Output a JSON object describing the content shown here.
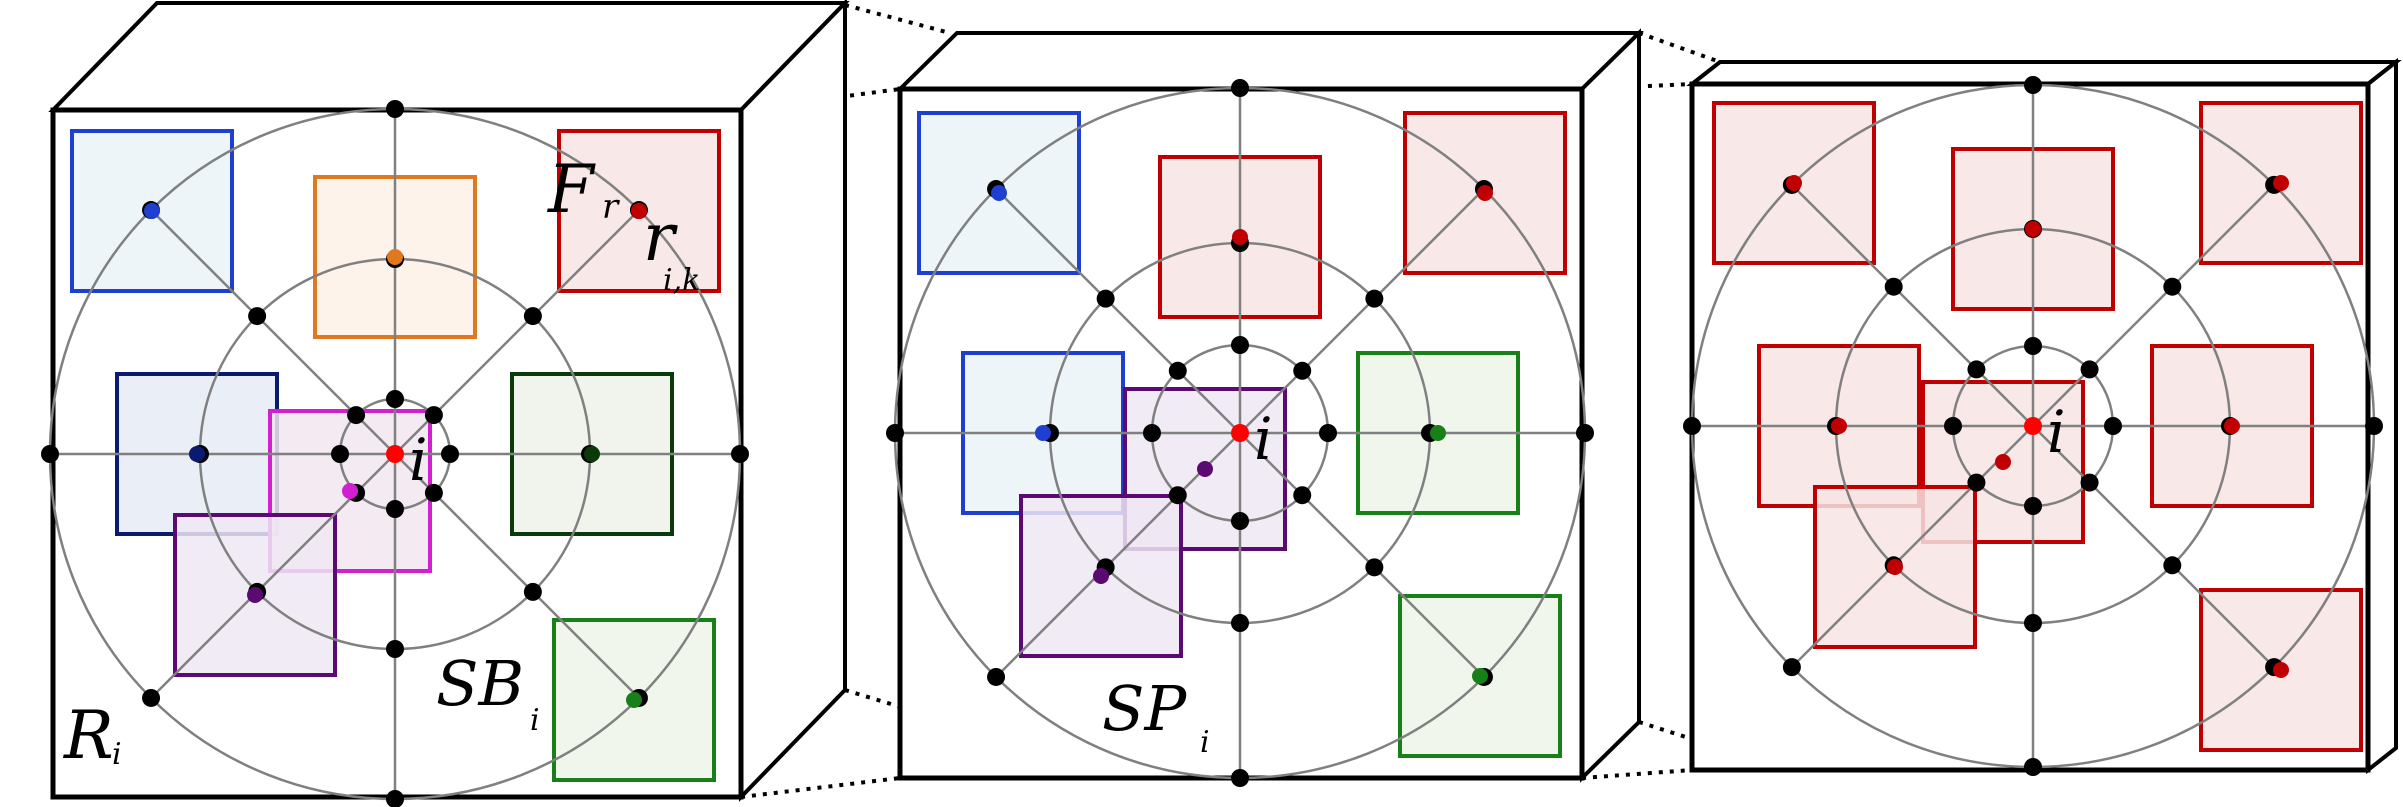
{
  "colors": {
    "frame": "#000000",
    "grid": "#808080",
    "node": "#000000",
    "center": "#ff0000",
    "blue": "#1f3fd0",
    "blue_fill": "#eaf3f7",
    "navy": "#0a1a70",
    "navy_fill": "#e6ebf5",
    "orange": "#e07820",
    "orange_fill": "#fdf1e6",
    "red": "#c00000",
    "red_fill": "#f7e4e4",
    "green": "#188018",
    "green_fill": "#eef4ea",
    "darkgreen": "#0a3a0a",
    "darkgreen_fill": "#eef2ea",
    "purple": "#5a0a70",
    "purple_fill": "#efe8f3",
    "magenta": "#d020d0",
    "magenta_fill": "#f1e6f0"
  },
  "panels": [
    {
      "id": "bounding-panel",
      "labels": {
        "center": "i",
        "features": {
          "main": "F",
          "sub": "r"
        },
        "region_point": {
          "main": "r",
          "sub": "i,k"
        },
        "region_set": {
          "main": "R",
          "sub": "i"
        },
        "context": {
          "main": "SB",
          "sub": "i"
        }
      }
    },
    {
      "id": "point-panel",
      "labels": {
        "center": "i",
        "context": {
          "main": "SP",
          "sub": "i"
        }
      }
    },
    {
      "id": "attention-panel",
      "labels": {
        "center": "i"
      }
    }
  ]
}
